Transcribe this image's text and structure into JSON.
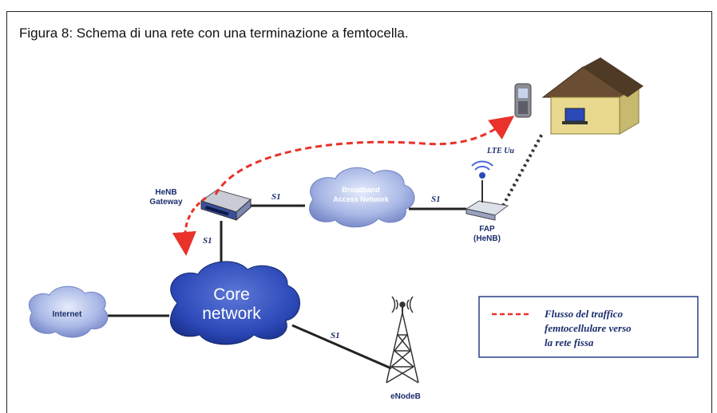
{
  "caption": "Figura 8: Schema di una rete con una terminazione a femtocella.",
  "nodes": {
    "henb_gateway": "HeNB\nGateway",
    "broadband": "Broadband\nAccess Network",
    "fap": "FAP\n(HeNB)",
    "core_line1": "Core",
    "core_line2": "network",
    "internet": "Internet",
    "enodeb": "eNodeB",
    "lte_uu": "LTE Uu"
  },
  "links": {
    "s1_gw_bb": "S1",
    "s1_bb_fap": "S1",
    "s1_gw_core": "S1",
    "s1_core_enb": "S1"
  },
  "legend": {
    "line1": "Flusso del traffico",
    "line2": "femtocellulare verso",
    "line3": "la rete fissa"
  },
  "colors": {
    "traffic_arrow": "#e8322a",
    "cloud": "#a9b8e6",
    "labels": "#1a2d6b",
    "legend_border": "#2c3f8a"
  }
}
